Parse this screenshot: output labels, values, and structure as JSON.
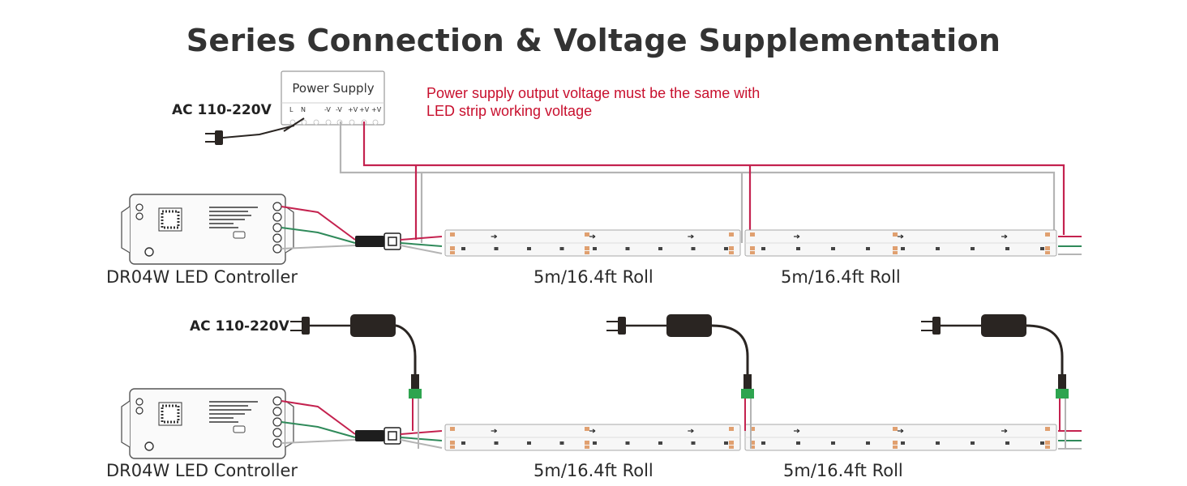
{
  "title": "Series Connection & Voltage Supplementation",
  "colors": {
    "positive_wire": "#c4224f",
    "negative_wire": "#b4b4b4",
    "data_wire": "#2f8a5a",
    "note_text": "#c8102e",
    "adapter_body": "#2a2522",
    "connector_green": "#2ea44f"
  },
  "power_supply": {
    "label": "Power Supply",
    "terminals": [
      "L",
      "N",
      "-V",
      "-V",
      "+V",
      "+V",
      "+V"
    ]
  },
  "note_lines": [
    "Power supply output voltage must be the same with",
    "LED strip working voltage"
  ],
  "ac_label": "AC 110-220V",
  "controller_label": "DR04W LED Controller",
  "roll_label": "5m/16.4ft Roll"
}
